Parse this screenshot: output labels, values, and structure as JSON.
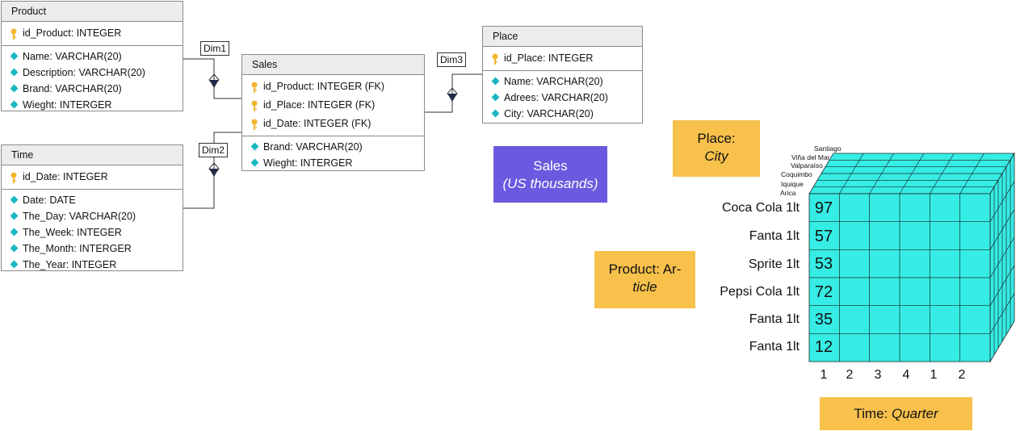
{
  "tables": {
    "product": {
      "name": "Product",
      "pk": "id_Product: INTEGER",
      "fields": [
        "Name: VARCHAR(20)",
        "Description: VARCHAR(20)",
        "Brand: VARCHAR(20)",
        "Wieght: INTERGER"
      ]
    },
    "time": {
      "name": "Time",
      "pk": "id_Date: INTEGER",
      "fields": [
        "Date: DATE",
        "The_Day: VARCHAR(20)",
        "The_Week: INTEGER",
        "The_Month: INTERGER",
        "The_Year: INTEGER"
      ]
    },
    "sales": {
      "name": "Sales",
      "keys": [
        "id_Product: INTEGER (FK)",
        "id_Place: INTEGER (FK)",
        "id_Date: INTEGER (FK)"
      ],
      "fields": [
        "Brand: VARCHAR(20)",
        "Wieght: INTERGER"
      ]
    },
    "place": {
      "name": "Place",
      "pk": "id_Place: INTEGER",
      "fields": [
        "Name: VARCHAR(20)",
        "Adrees: VARCHAR(20)",
        "City: VARCHAR(20)"
      ]
    }
  },
  "dims": {
    "dim1": "Dim1",
    "dim2": "Dim2",
    "dim3": "Dim3"
  },
  "measure": {
    "title": "Sales",
    "subtitle": "(US thousands)"
  },
  "place_box": {
    "title": "Place:",
    "value": "City"
  },
  "product_box": {
    "title": "Product: Ar-",
    "value": "ticle"
  },
  "time_box": {
    "title": "Time:",
    "value": "Quarter"
  },
  "cube": {
    "cities": [
      "Santiago",
      "Viña del Mar",
      "Valparaíso",
      "Coquimbo",
      "Iquique",
      "Arica"
    ],
    "products": [
      "Coca Cola 1lt",
      "Fanta 1lt",
      "Sprite 1lt",
      "Pepsi Cola 1lt",
      "Fanta 1lt",
      "Fanta 1lt"
    ],
    "values": [
      "97",
      "57",
      "53",
      "72",
      "35",
      "12"
    ],
    "quarters": [
      "1",
      "2",
      "3",
      "4",
      "1",
      "2"
    ]
  },
  "colors": {
    "cube_face": "#36ede5",
    "purple": "#6a5adf",
    "amber": "#f7c14c",
    "diamond": "#1bb8c0",
    "key": "#f2b632"
  }
}
